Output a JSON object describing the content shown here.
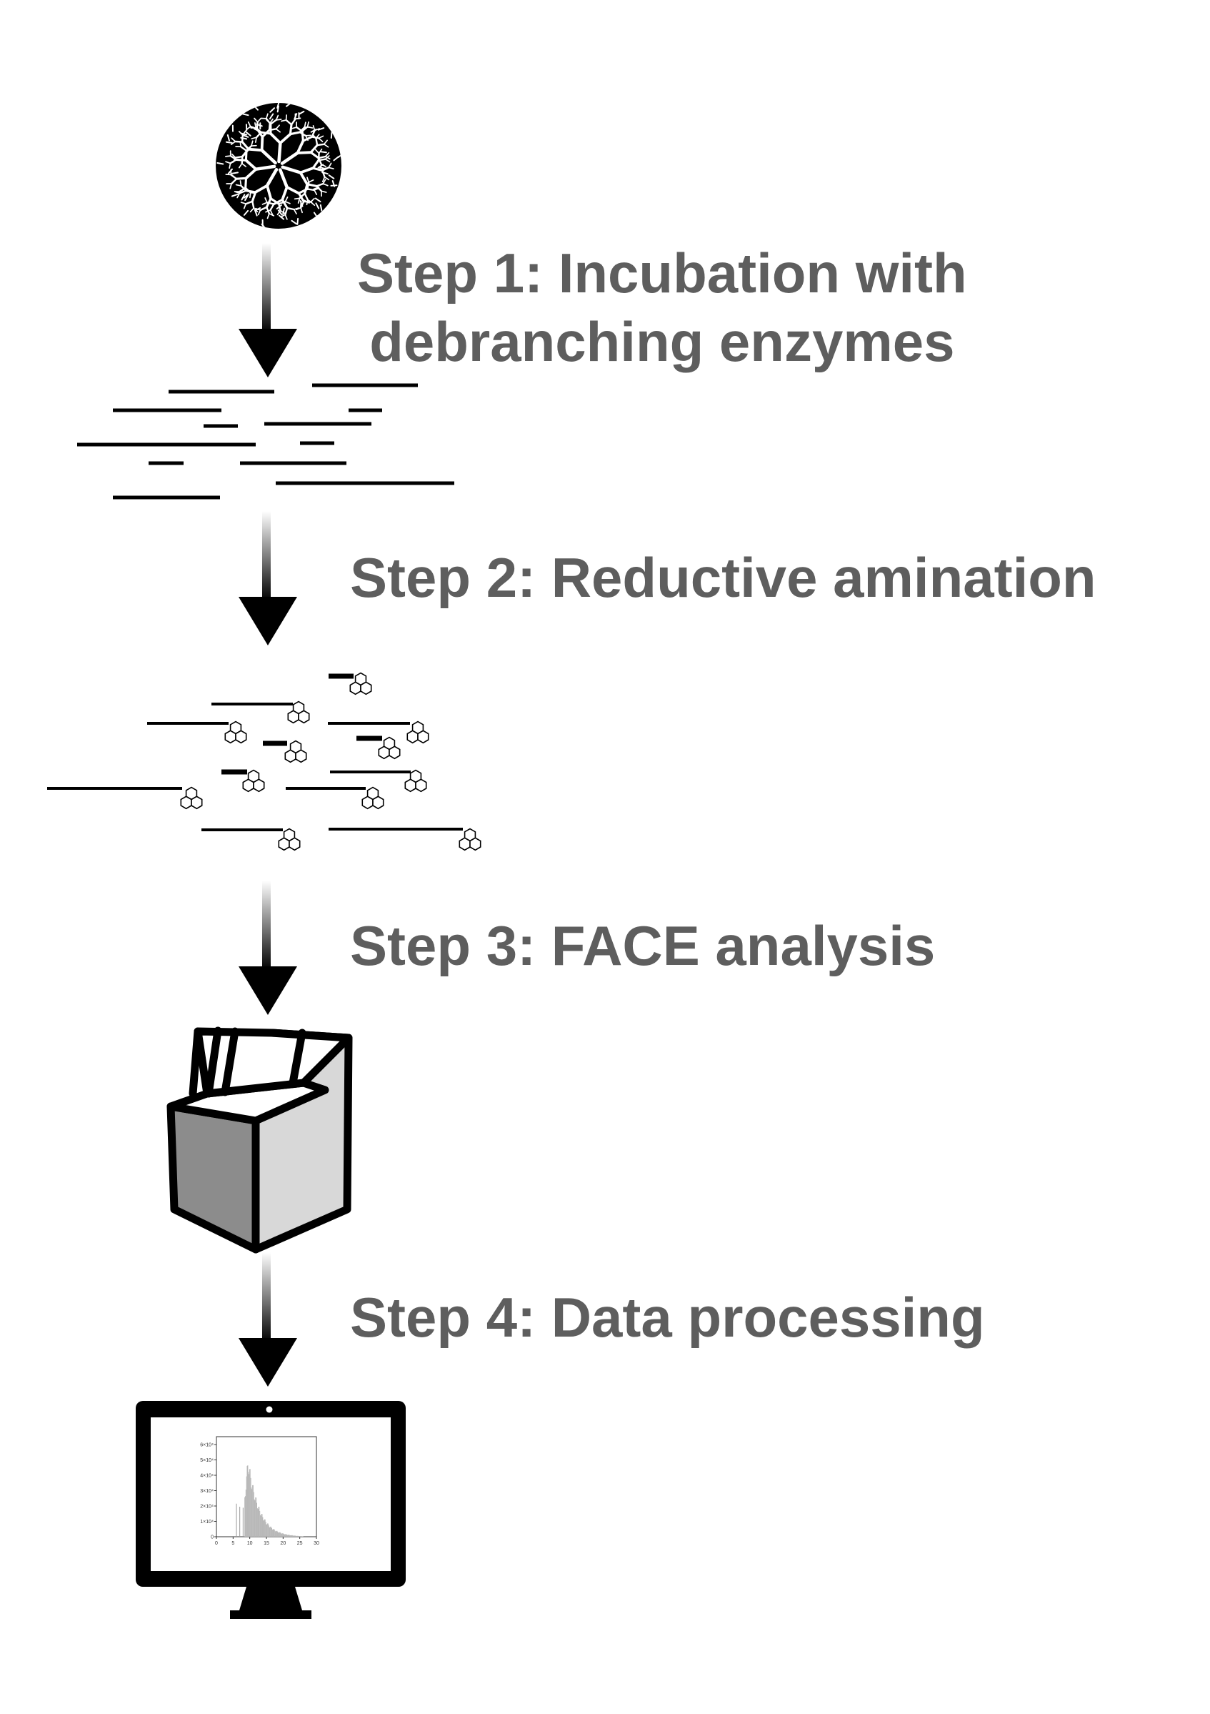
{
  "steps": [
    {
      "lines": [
        "Step 1: Incubation with",
        "debranching enzymes"
      ]
    },
    {
      "lines": [
        "Step 2: Reductive amination"
      ]
    },
    {
      "lines": [
        "Step 3: FACE analysis"
      ]
    },
    {
      "lines": [
        "Step 4: Data processing"
      ]
    }
  ],
  "monitor_chart": {
    "y_ticks": [
      "6×10⁴",
      "5×10⁴",
      "4×10⁴",
      "3×10⁴",
      "2×10⁴",
      "1×10⁴",
      "0"
    ],
    "x_ticks": [
      "0",
      "5",
      "10",
      "15",
      "20",
      "25",
      "30"
    ]
  },
  "colors": {
    "label": "#5e5e5e",
    "ink": "#000000",
    "machine_dark_face": "#8c8c8c",
    "machine_light_face": "#d8d8d8"
  },
  "icons": [
    "amylopectin-granule-icon",
    "down-arrow-icon",
    "fluorophore-tag-icon",
    "face-instrument-icon",
    "monitor-icon"
  ]
}
